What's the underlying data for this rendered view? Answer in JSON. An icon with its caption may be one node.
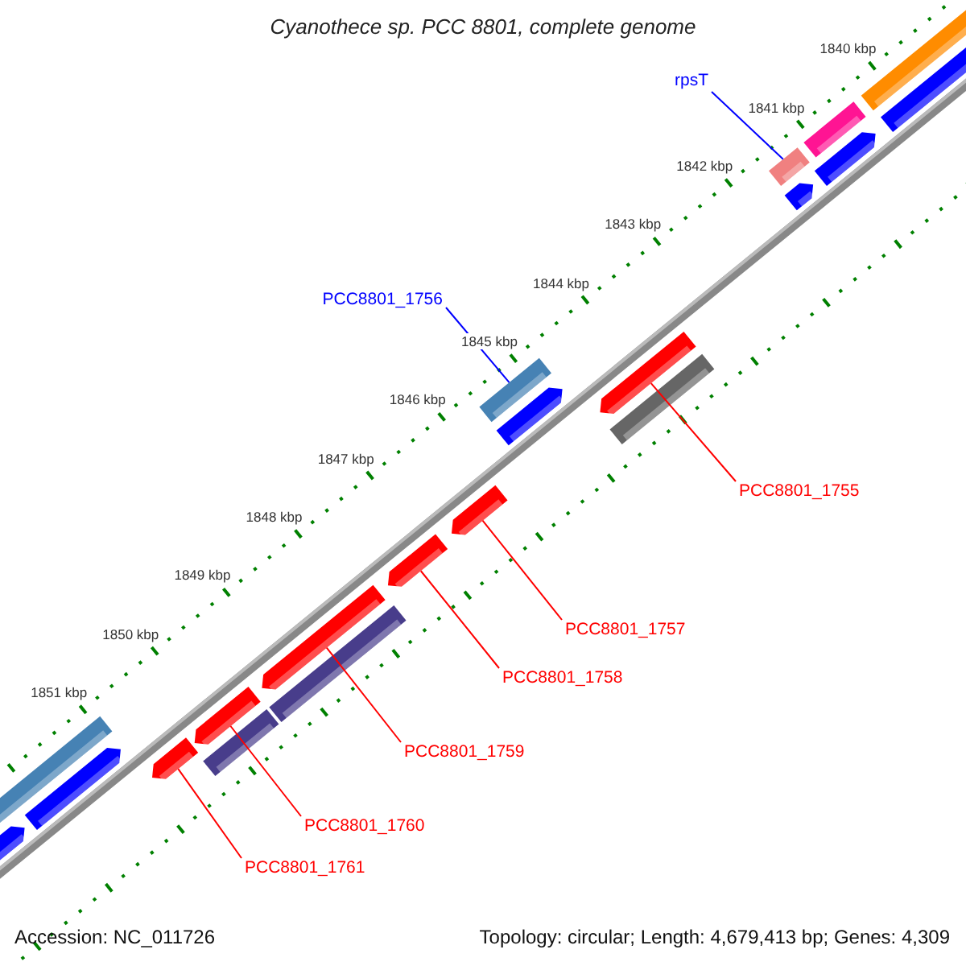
{
  "diagram": {
    "title": "Cyanothece sp. PCC 8801, complete genome",
    "nodes": [
      {
        "text": [
          "rpsT"
        ]
      },
      {
        "text": [],
        "shape": "bar"
      },
      {
        "text": [
          "PCC8801_1756"
        ]
      },
      {
        "text": [],
        "shape": "bar"
      },
      {
        "text": [
          "PCC8801_1755"
        ]
      },
      {
        "text": [],
        "shape": "arrow"
      },
      {
        "text": [
          "PCC8801_1757"
        ]
      },
      {
        "text": [],
        "shape": "arrow"
      },
      {
        "text": [
          "PCC8801_1758"
        ]
      },
      {
        "text": [],
        "shape": "arrow"
      },
      {
        "text": [
          "PCC8801_1759"
        ]
      },
      {
        "text": [],
        "shape": "arrow"
      },
      {
        "text": [
          "PCC8801_1760"
        ]
      },
      {
        "text": [],
        "shape": "arrow"
      },
      {
        "text": [
          "PCC8801_1761"
        ]
      },
      {
        "text": [],
        "shape": "arrow"
      }
    ],
    "edges": [
      {
        "from": 0,
        "to": 1,
        "arrow": "none",
        "color": "#0000ff"
      },
      {
        "from": 2,
        "to": 3,
        "arrow": "none",
        "color": "#0000ff"
      },
      {
        "from": 4,
        "to": 5,
        "arrow": "none"
      },
      {
        "from": 6,
        "to": 7,
        "arrow": "none"
      },
      {
        "from": 8,
        "to": 9,
        "arrow": "none"
      },
      {
        "from": 10,
        "to": 11,
        "arrow": "none"
      },
      {
        "from": 12,
        "to": 13,
        "arrow": "none"
      },
      {
        "from": 14,
        "to": 15,
        "arrow": "none"
      }
    ],
    "labels": [
      "1840 kbp",
      "1841 kbp",
      "1842 kbp",
      "1843 kbp",
      "1844 kbp",
      "1845 kbp",
      "1846 kbp",
      "1847 kbp",
      "1848 kbp",
      "1849 kbp",
      "1850 kbp",
      "1851 kbp",
      "Accession: NC_011726",
      "Topology: circular; Length: 4,679,413 bp; Genes: 4,309"
    ]
  }
}
